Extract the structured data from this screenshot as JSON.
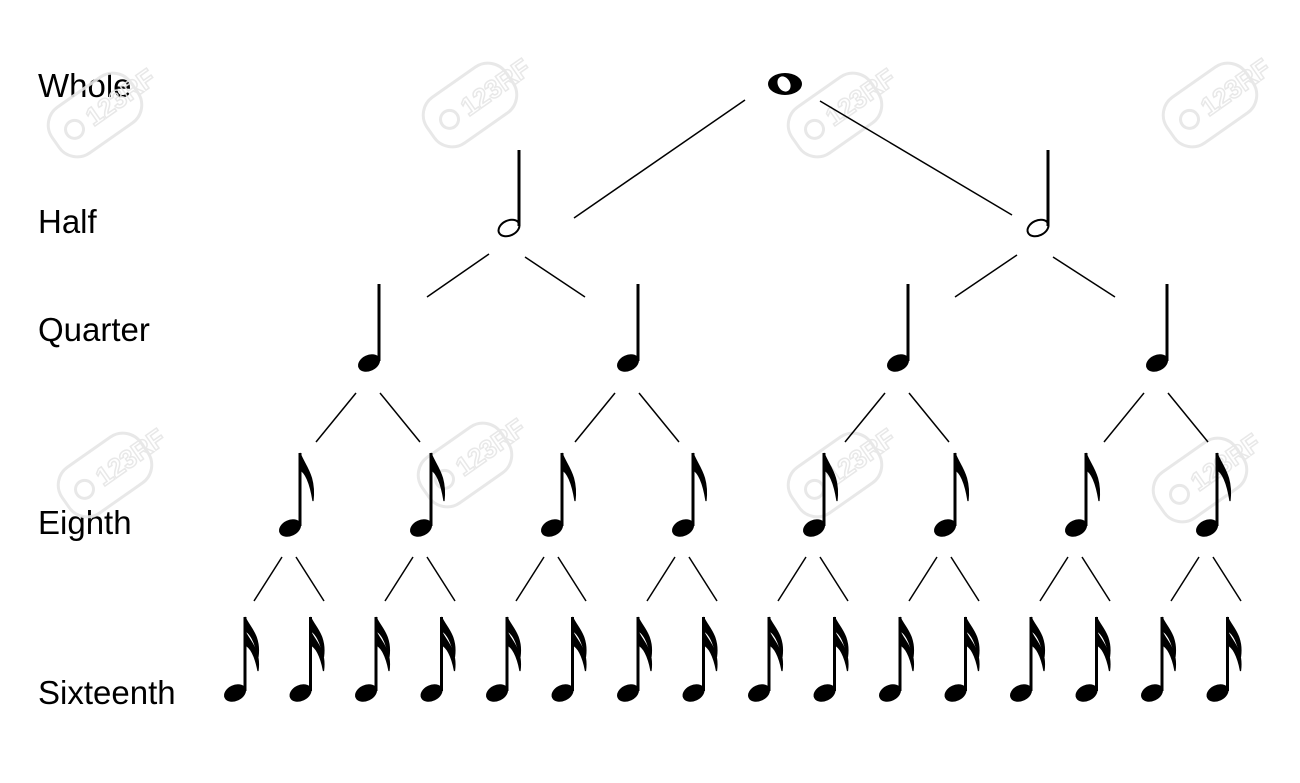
{
  "row_labels": {
    "whole": "Whole",
    "half": "Half",
    "quarter": "Quarter",
    "eighth": "Eighth",
    "sixteenth": "Sixteenth"
  },
  "note_counts": {
    "whole": 1,
    "half": 2,
    "quarter": 4,
    "eighth": 8,
    "sixteenth": 16
  },
  "colors": {
    "ink": "#000000",
    "background": "#ffffff",
    "watermark": "#e6e6e6"
  },
  "watermark_text": "123RF"
}
